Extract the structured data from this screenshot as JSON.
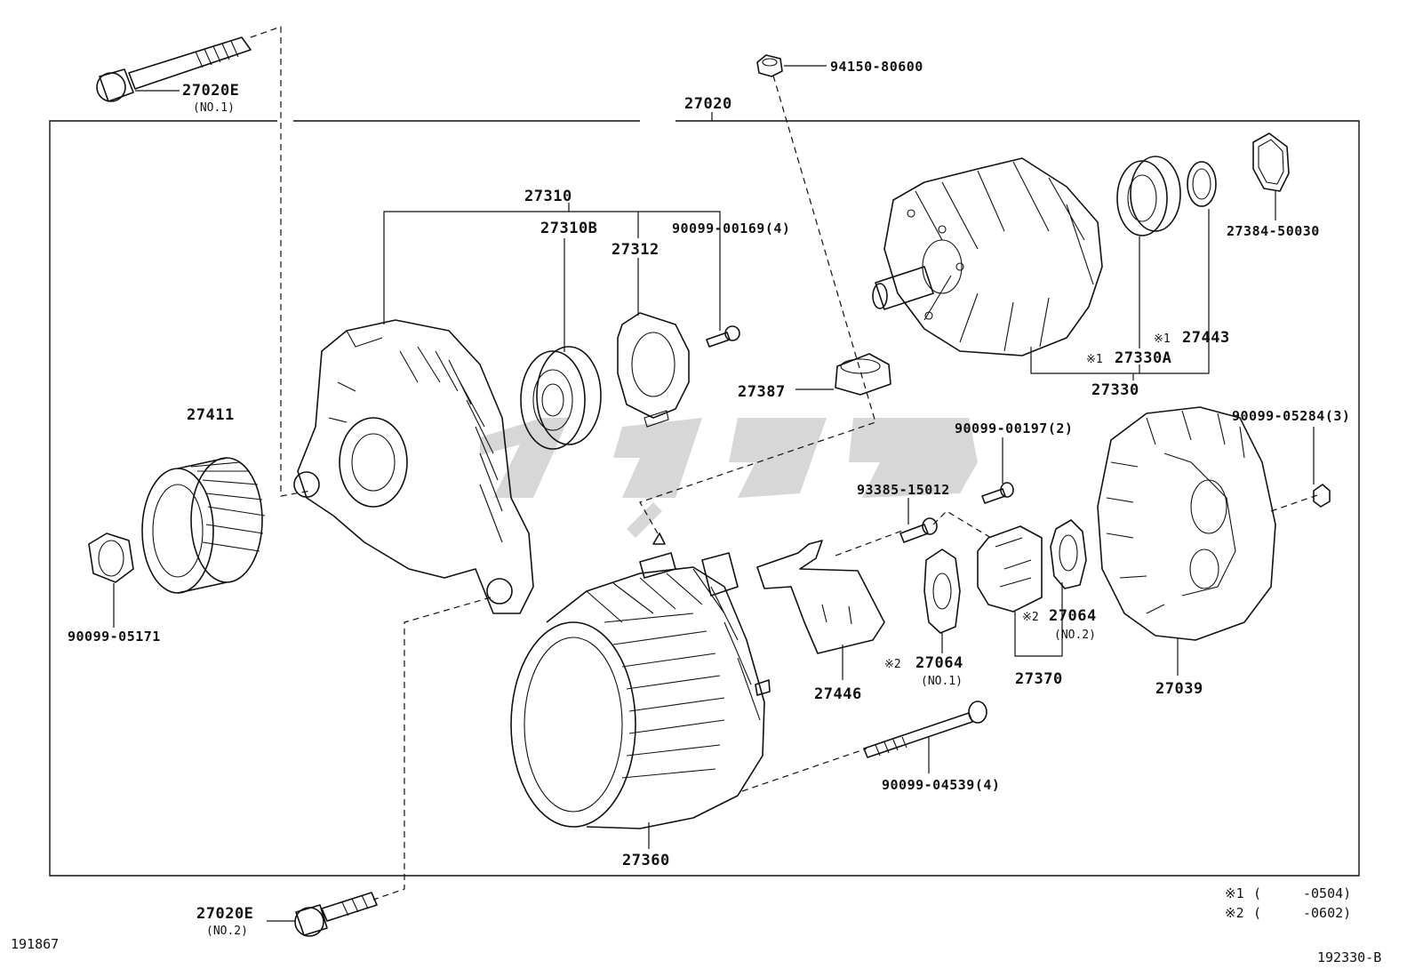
{
  "diagram": {
    "assembly_number": "27020",
    "labels": {
      "bolt_top": "27020E",
      "bolt_top_sub": "(NO.1)",
      "bolt_bottom": "27020E",
      "bolt_bottom_sub": "(NO.2)",
      "nut_top": "94150-80600",
      "drive_end_frame": "27310",
      "bearing_front": "27310B",
      "retainer_plate": "27312",
      "screw_retainer": "90099-00169(4)",
      "seal_27387": "27387",
      "pulley": "27411",
      "pulley_nut": "90099-05171",
      "rotor_assy": "27330",
      "rear_bearing": "27330A",
      "rear_bearing_mark": "※1",
      "bearing_cover": "27443",
      "bearing_cover_mark": "※1",
      "gasket_ring": "27384-50030",
      "screw_00197": "90099-00197(2)",
      "bolt_15012": "93385-15012",
      "nut_05284": "90099-05284(3)",
      "stator_frame": "27360",
      "terminal_insulator": "27446",
      "brush_gasket_1": "27064",
      "brush_gasket_1_mark": "※2",
      "brush_gasket_1_sub": "(NO.1)",
      "brush_gasket_2": "27064",
      "brush_gasket_2_mark": "※2",
      "brush_gasket_2_sub": "(NO.2)",
      "brush_holder": "27370",
      "rear_cover": "27039",
      "through_bolt": "90099-04539(4)"
    },
    "footnotes": [
      {
        "mark": "※1",
        "open": "(",
        "range": "-0504)"
      },
      {
        "mark": "※2",
        "open": "(",
        "range": "-0602)"
      }
    ],
    "illustration_number": "191867",
    "reference_code": "192330-B"
  }
}
